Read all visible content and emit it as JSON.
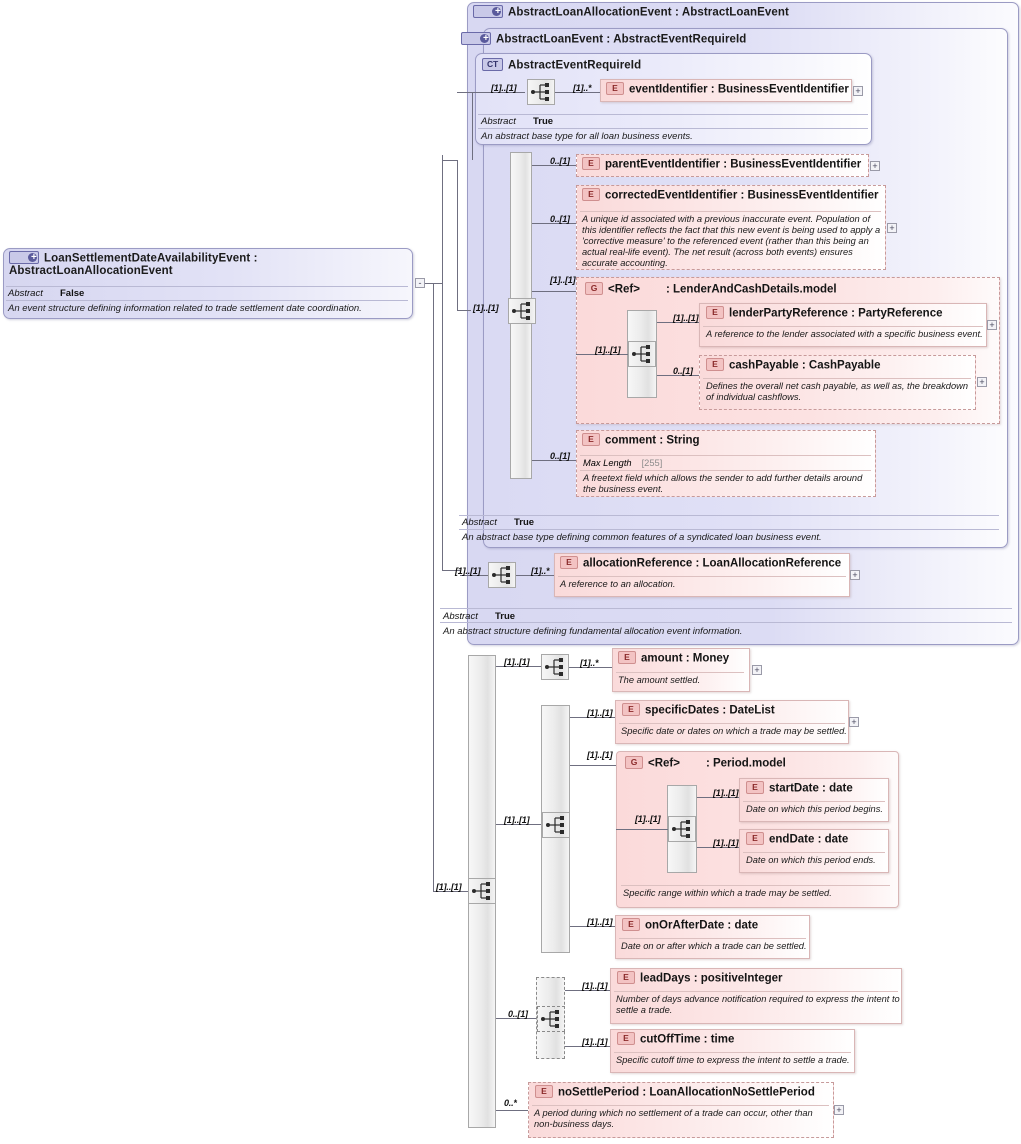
{
  "diagram": {
    "kind": "xsd-schema-diagram",
    "root": {
      "badge": "CT+",
      "title": "LoanSettlementDateAvailabilityEvent : AbstractLoanAllocationEvent",
      "title_line1": "LoanSettlementDateAvailabilityEven",
      "title_line2": "t",
      "abstract_label": "Abstract",
      "abstract_value": "False",
      "doc": "An event structure defining information related to trade settlement date coordination."
    },
    "containers": {
      "allocation_event": {
        "badge": "CT+",
        "title": "AbstractLoanAllocationEvent : AbstractLoanEvent",
        "abstract_label": "Abstract",
        "abstract_value": "True",
        "doc": "An abstract structure defining fundamental allocation event information."
      },
      "loan_event": {
        "badge": "CT+",
        "title": "AbstractLoanEvent : AbstractEventRequireId",
        "abstract_label": "Abstract",
        "abstract_value": "True",
        "doc": "An abstract base type defining common features of a syndicated loan business event."
      },
      "event_require_id": {
        "badge": "CT",
        "title": "AbstractEventRequireId",
        "abstract_label": "Abstract",
        "abstract_value": "True",
        "doc": "An abstract base type for all loan business events."
      }
    },
    "groups": {
      "lender_and_cash": {
        "badge": "G",
        "ref_label": "<Ref>",
        "title": ": LenderAndCashDetails.model"
      },
      "period_model": {
        "badge": "G",
        "ref_label": "<Ref>",
        "title": ": Period.model",
        "doc": "Specific range within which a trade may be settled."
      }
    },
    "elements": {
      "eventIdentifier": {
        "badge": "E",
        "title": "eventIdentifier : BusinessEventIdentifier",
        "card": "[1]..*"
      },
      "parentEventIdentifier": {
        "badge": "E",
        "title": "parentEventIdentifier : BusinessEventIdentifier",
        "card": "0..[1]"
      },
      "correctedEventIdentifier": {
        "badge": "E",
        "title": "correctedEventIdentifier : BusinessEventIdentifier",
        "card": "0..[1]",
        "doc": "A unique id associated with a previous inaccurate event. Population of this identifier reflects the fact that this new event is being used to apply a 'corrective measure' to the referenced event (rather than this being an actual real-life event). The net result (across both events) ensures accurate accounting."
      },
      "lenderPartyReference": {
        "badge": "E",
        "title": "lenderPartyReference : PartyReference",
        "card": "[1]..[1]",
        "doc": "A reference to the lender associated with a specific business event."
      },
      "cashPayable": {
        "badge": "E",
        "title": "cashPayable : CashPayable",
        "card": "0..[1]",
        "doc": "Defines the overall net cash payable, as well as, the breakdown of individual cashflows."
      },
      "comment": {
        "badge": "E",
        "title": "comment : String",
        "card": "0..[1]",
        "prop_name": "Max Length",
        "prop_value": "[255]",
        "doc": "A freetext field which allows the sender to add further details around the business event."
      },
      "allocationReference": {
        "badge": "E",
        "title": "allocationReference : LoanAllocationReference",
        "card": "[1]..*",
        "doc": "A reference to an allocation."
      },
      "amount": {
        "badge": "E",
        "title": "amount  : Money",
        "card": "[1]..*",
        "doc": "The amount settled."
      },
      "specificDates": {
        "badge": "E",
        "title": "specificDates : DateList",
        "card": "[1]..[1]",
        "doc": "Specific date or dates on which a trade may be settled."
      },
      "startDate": {
        "badge": "E",
        "title": "startDate : date",
        "card": "[1]..[1]",
        "doc": "Date on which this period begins."
      },
      "endDate": {
        "badge": "E",
        "title": "endDate  : date",
        "card": "[1]..[1]",
        "doc": "Date on which this period ends."
      },
      "onOrAfterDate": {
        "badge": "E",
        "title": "onOrAfterDate : date",
        "card": "[1]..[1]",
        "doc": "Date on or after which a trade can be settled."
      },
      "leadDays": {
        "badge": "E",
        "title": "leadDays : positiveInteger",
        "card": "[1]..[1]",
        "doc": "Number of days advance notification required to express the intent to settle a trade."
      },
      "cutOffTime": {
        "badge": "E",
        "title": "cutOffTime : time",
        "card": "[1]..[1]",
        "doc": "Specific cutoff time to express the intent to settle a trade."
      },
      "noSettlePeriod": {
        "badge": "E",
        "title": "noSettlePeriod : LoanAllocationNoSettlePeriod",
        "card": "0..*",
        "doc": "A period during which no settlement of a trade can occur, other than non-business days."
      }
    },
    "cardinalities": {
      "require_id_seq_in": "[1]..[1]",
      "loan_event_seq_in": "[1]..[1]",
      "lender_group_in": "[1]..[1]",
      "lender_seq_in": "[1]..[1]",
      "alloc_seq_in": "[1]..[1]",
      "main_seq_in": "[1]..[1]",
      "amount_seq_in": "[1]..[1]",
      "dates_seq_in": "[1]..[1]",
      "period_group_in": "[1]..[1]",
      "period_seq_in": "[1]..[1]",
      "lead_seq_in": "0..[1]"
    },
    "toggles": {
      "collapse": "-",
      "expand": "+"
    },
    "colors": {
      "container_border": "#9b9bc4",
      "container_fill": "#dcdcf4",
      "element_border": "#d9b6b6",
      "element_fill": "#fadada",
      "badge_ct_fill": "#c9c9e8",
      "badge_e_fill": "#f3c3c3",
      "connector": "#6f6f80"
    }
  }
}
